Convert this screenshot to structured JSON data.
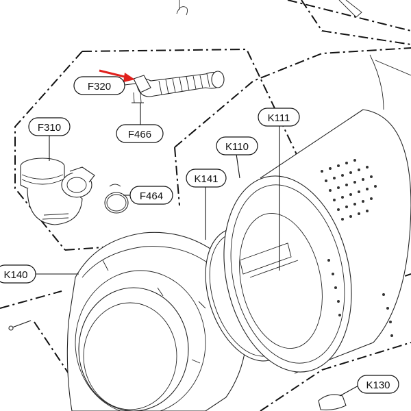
{
  "labels": {
    "F320": "F320",
    "F466": "F466",
    "F310": "F310",
    "F464": "F464",
    "K111": "K111",
    "K110": "K110",
    "K141": "K141",
    "K140": "K140",
    "K130": "K130"
  },
  "colors": {
    "line": "#111111",
    "pointer_arrow": "#e0201c",
    "background": "#ffffff"
  },
  "icons": [
    "red-pointer-arrow-icon"
  ]
}
